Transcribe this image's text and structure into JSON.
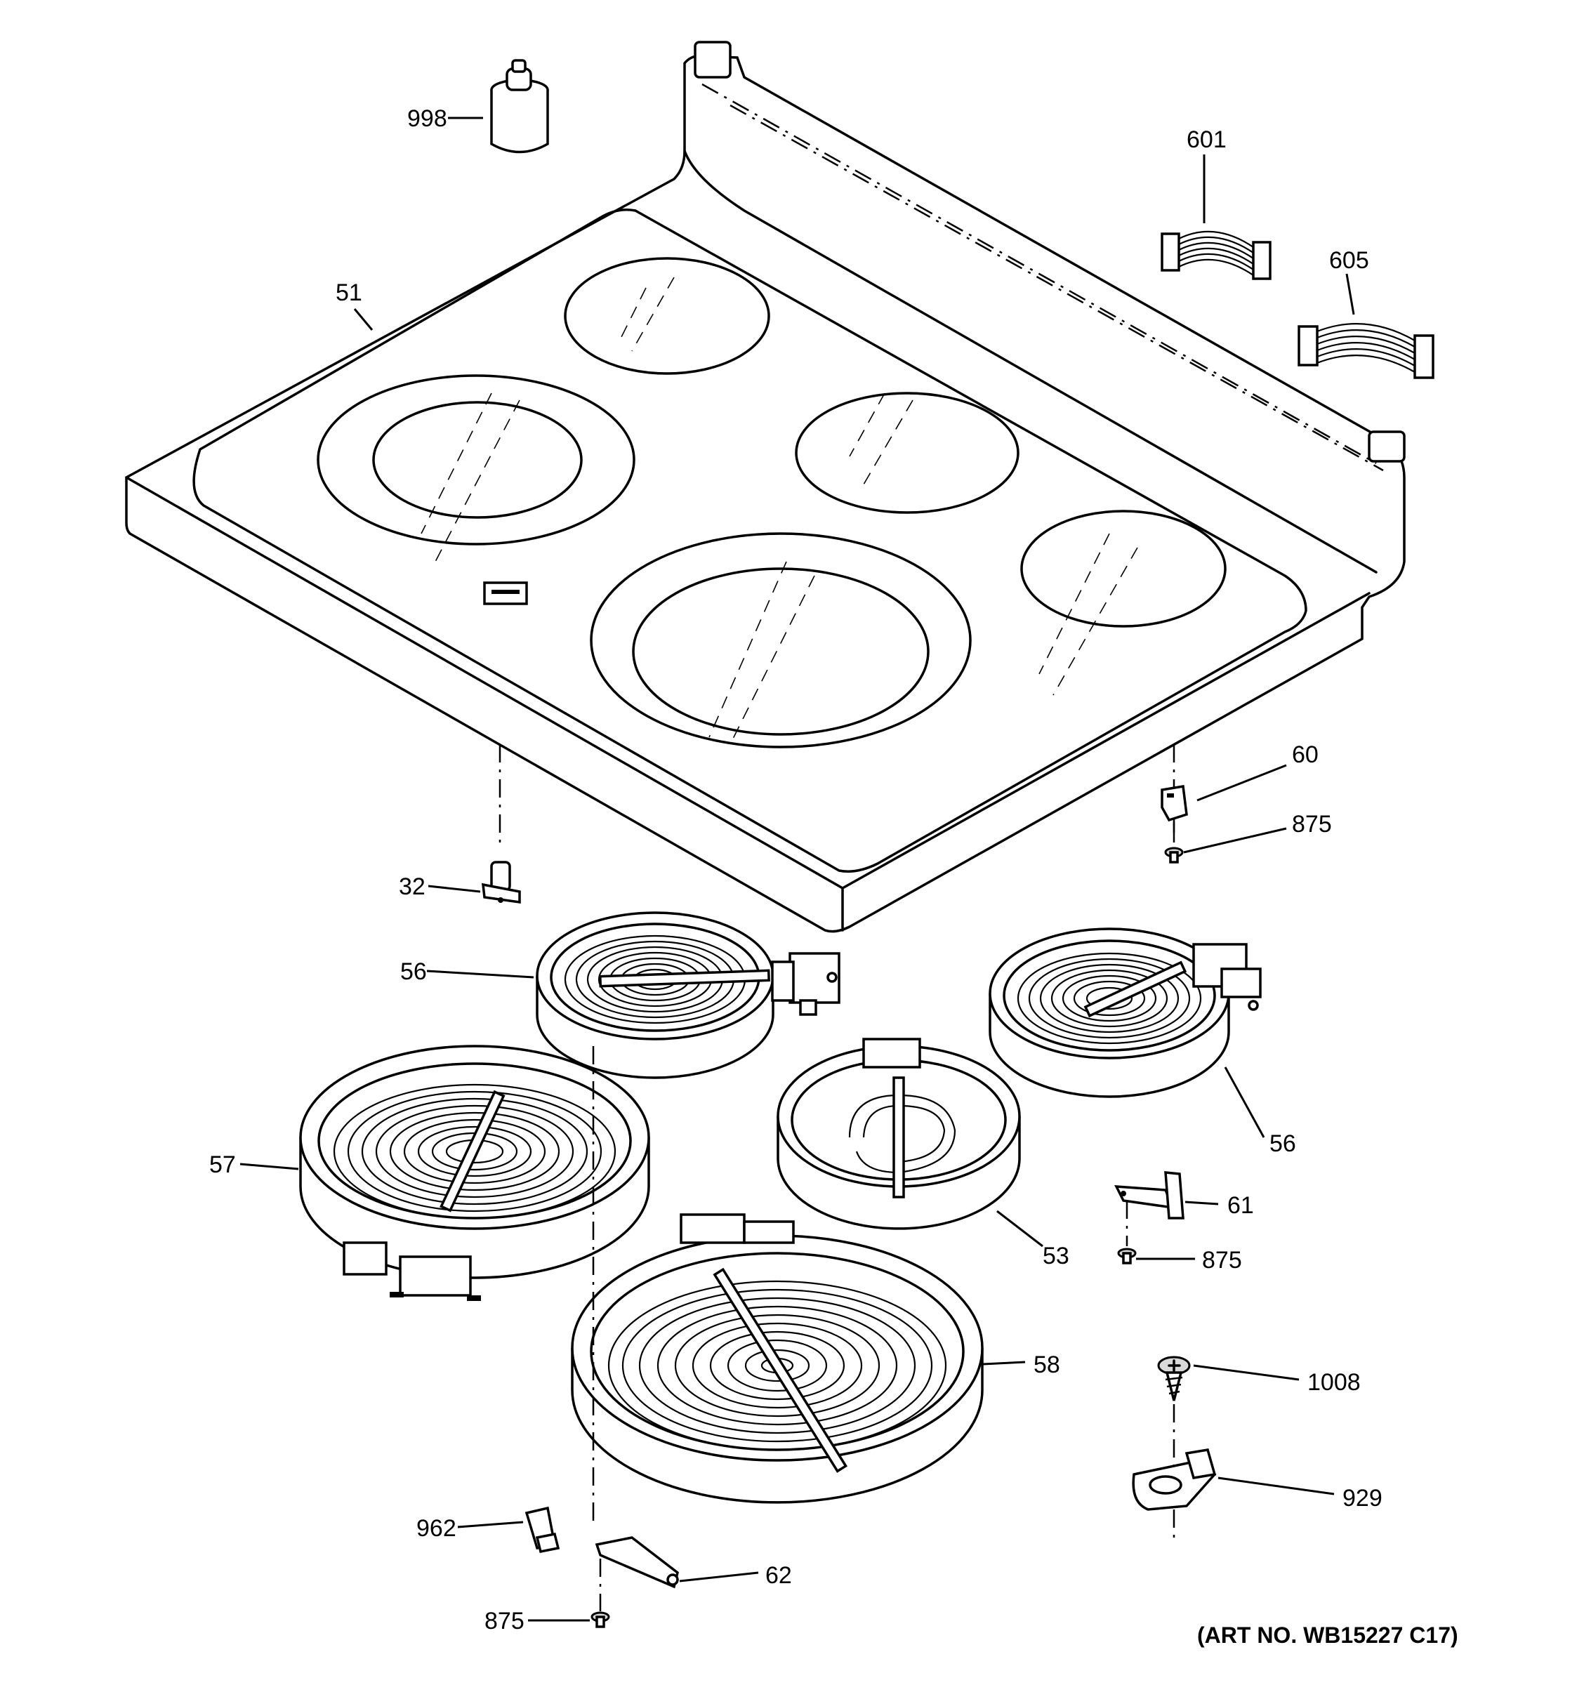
{
  "labels": {
    "p998": "998",
    "p601": "601",
    "p605": "605",
    "p51": "51",
    "p60": "60",
    "p875a": "875",
    "p32": "32",
    "p56a": "56",
    "p56b": "56",
    "p57": "57",
    "p53": "53",
    "p61": "61",
    "p875b": "875",
    "p58": "58",
    "p1008": "1008",
    "p929": "929",
    "p962": "962",
    "p62": "62",
    "p875c": "875"
  },
  "art_number": "(ART NO. WB15227 C17)"
}
